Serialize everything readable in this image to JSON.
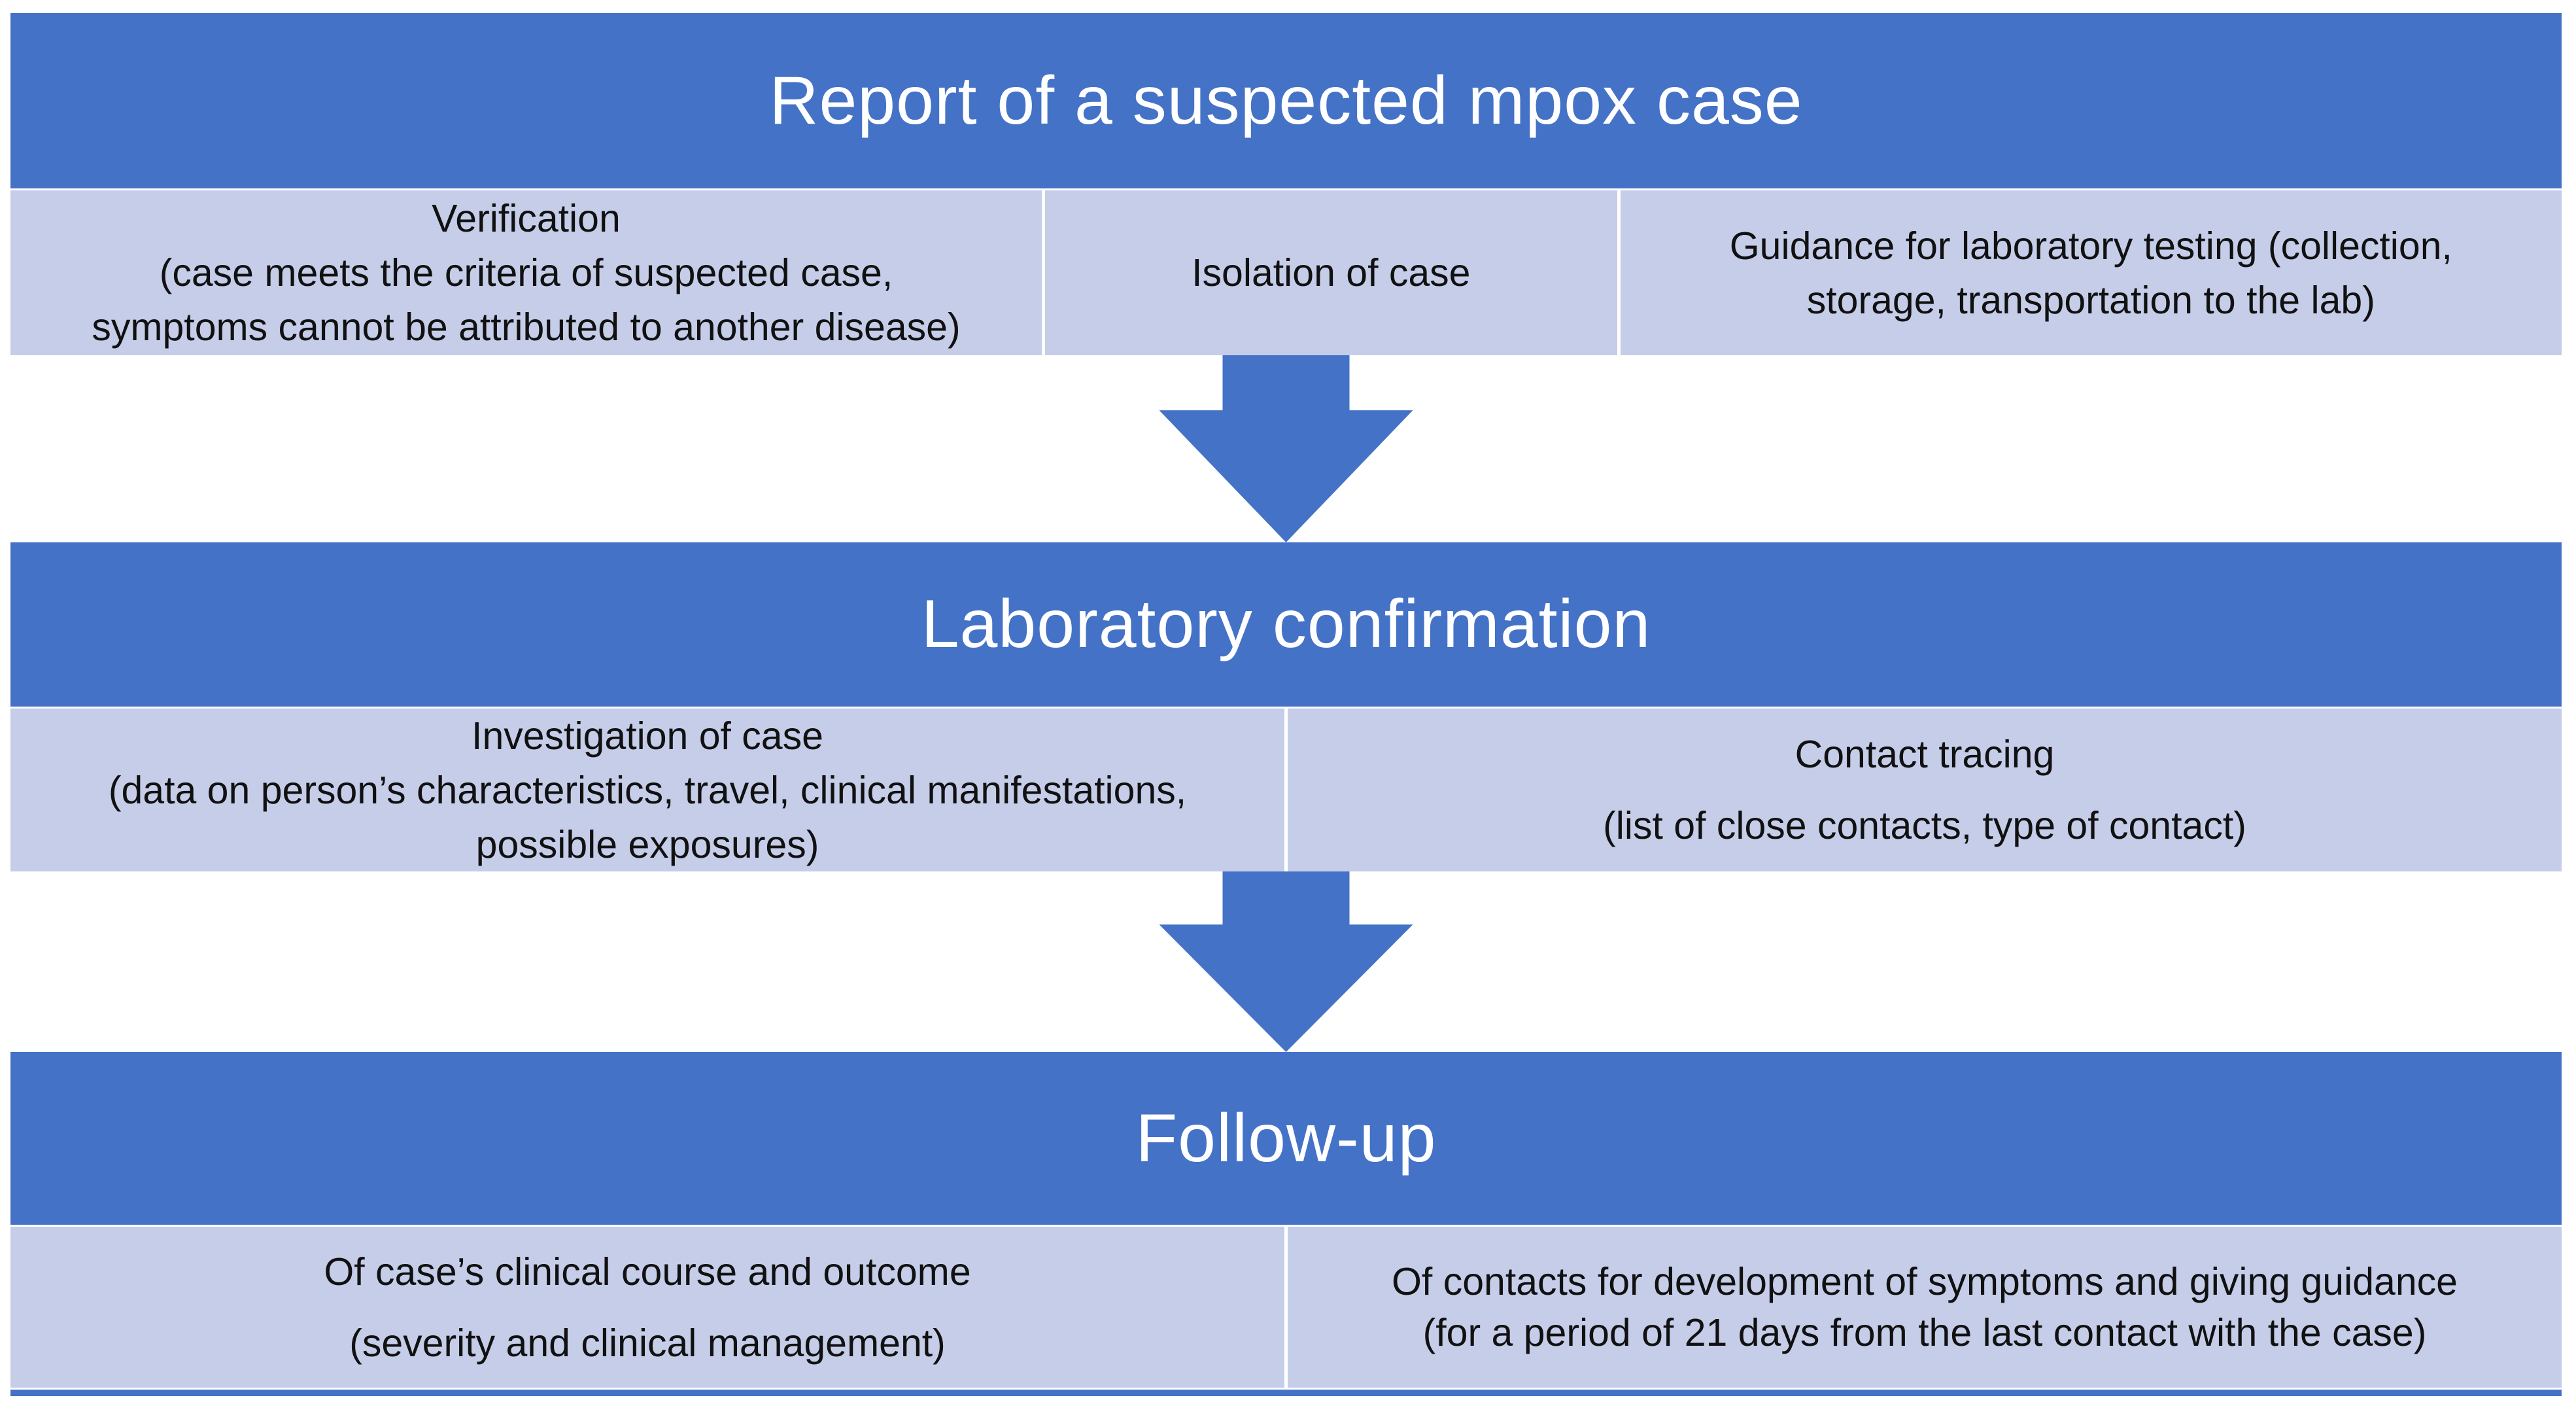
{
  "diagram": {
    "description_colors": {
      "header_bg": "#4472C6",
      "header_text": "#FFFFFF",
      "cell_bg": "#C5CDE9",
      "cell_text": "#111111",
      "arrow": "#4472C6",
      "bottom_rule": "#4472C6"
    },
    "sections": [
      {
        "title": "Report of a suspected mpox case",
        "cells": [
          {
            "lines": [
              "Verification",
              "(case meets the criteria of suspected case,",
              "symptoms cannot be attributed to another disease)"
            ]
          },
          {
            "lines": [
              "Isolation of case"
            ]
          },
          {
            "lines": [
              "Guidance for laboratory testing (collection,",
              "storage, transportation to the lab)"
            ]
          }
        ]
      },
      {
        "title": "Laboratory confirmation",
        "cells": [
          {
            "lines": [
              "Investigation of case",
              "(data on person’s characteristics, travel, clinical manifestations,",
              "possible exposures)"
            ]
          },
          {
            "lines": [
              "Contact tracing",
              "(list of close contacts, type of contact)"
            ]
          }
        ]
      },
      {
        "title": "Follow-up",
        "cells": [
          {
            "lines": [
              "Of case’s clinical course and outcome",
              "(severity and clinical management)"
            ]
          },
          {
            "lines": [
              "Of contacts for development of symptoms and giving guidance",
              "(for a period of 21 days from the last contact with the case)"
            ]
          }
        ]
      }
    ]
  }
}
